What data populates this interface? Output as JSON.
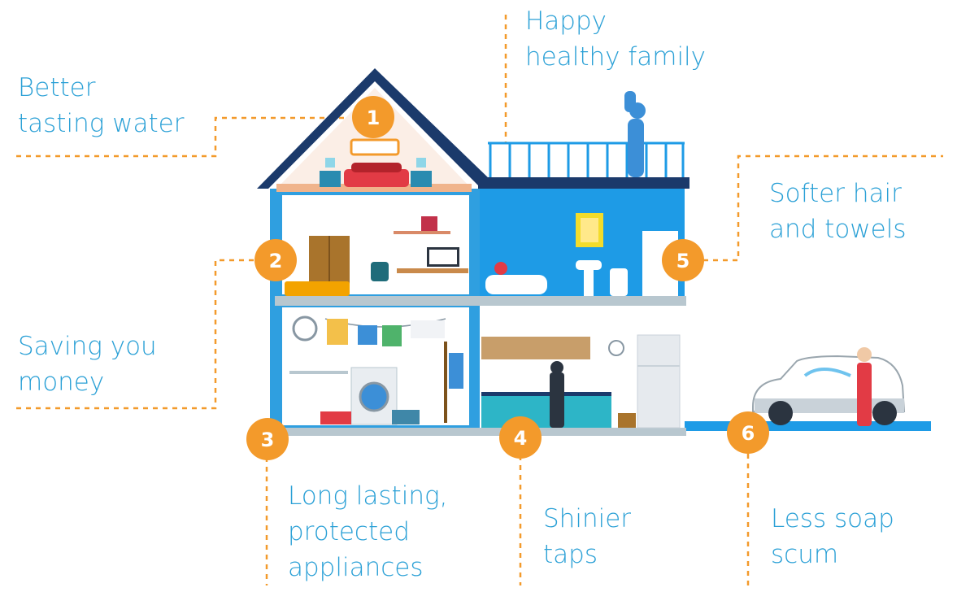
{
  "benefits": [
    {
      "number": "1",
      "lines": [
        "Better",
        "tasting water"
      ]
    },
    {
      "number": "2",
      "lines": [
        "Saving you",
        "money"
      ]
    },
    {
      "number": "3",
      "lines": [
        "Long lasting,",
        "protected",
        "appliances"
      ]
    },
    {
      "number": "4",
      "lines": [
        "Shinier",
        "taps"
      ]
    },
    {
      "number": "5",
      "lines": [
        "Softer hair",
        "and towels"
      ]
    },
    {
      "number": "6",
      "lines": [
        "Less soap",
        "scum"
      ]
    }
  ],
  "header": {
    "lines": [
      "Happy",
      "healthy family"
    ]
  },
  "colors": {
    "accent_orange": "#f39a2b",
    "label_blue": "#2aa0d6",
    "roof_navy": "#1b3a6b",
    "wall_blue": "#2f9fe0",
    "bathroom_blue": "#1e9be6"
  }
}
